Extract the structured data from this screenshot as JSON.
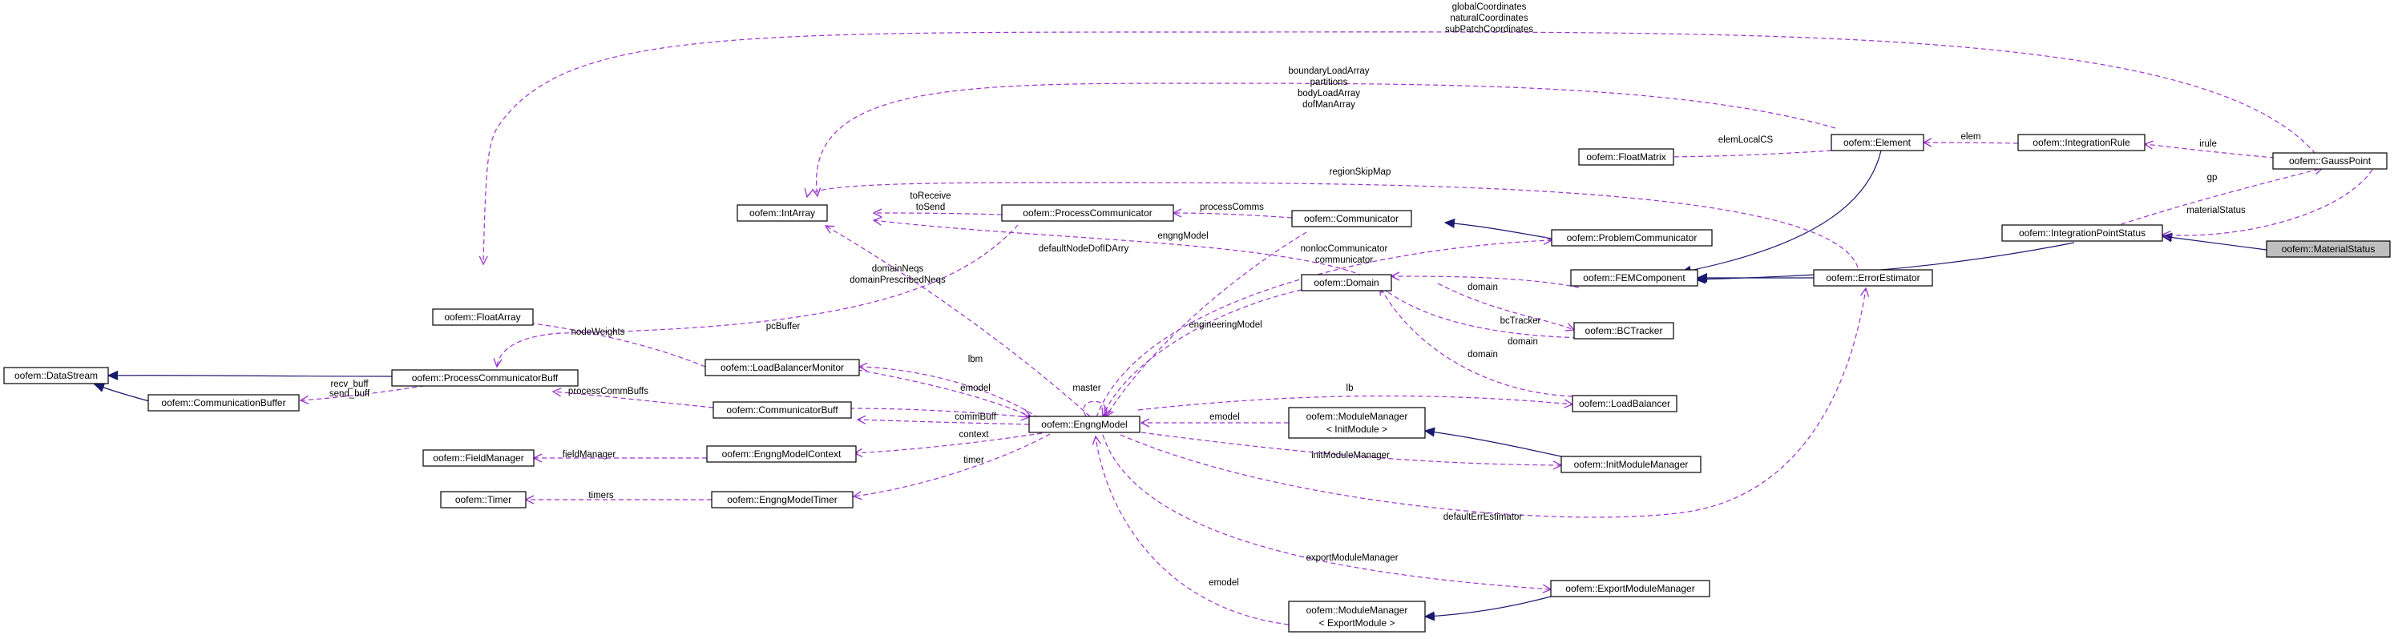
{
  "colors": {
    "usage": "#9a32cd",
    "inheritance": "#191970",
    "highlight": "#bfbfbf"
  },
  "nodes": {
    "material_status": "oofem::MaterialStatus",
    "integration_point_status": "oofem::IntegrationPointStatus",
    "gauss_point": "oofem::GaussPoint",
    "integration_rule": "oofem::IntegrationRule",
    "element": "oofem::Element",
    "float_matrix": "oofem::FloatMatrix",
    "int_array": "oofem::IntArray",
    "process_communicator": "oofem::ProcessCommunicator",
    "communicator": "oofem::Communicator",
    "problem_communicator": "oofem::ProblemCommunicator",
    "fem_component": "oofem::FEMComponent",
    "error_estimator": "oofem::ErrorEstimator",
    "float_array": "oofem::FloatArray",
    "domain": "oofem::Domain",
    "bc_tracker": "oofem::BCTracker",
    "data_stream": "oofem::DataStream",
    "process_communicator_buff": "oofem::ProcessCommunicatorBuff",
    "communication_buffer": "oofem::CommunicationBuffer",
    "load_balancer_monitor": "oofem::LoadBalancerMonitor",
    "communicator_buff": "oofem::CommunicatorBuff",
    "engng_model": "oofem::EngngModel",
    "load_balancer": "oofem::LoadBalancer",
    "field_manager": "oofem::FieldManager",
    "engng_model_context": "oofem::EngngModelContext",
    "module_manager_init_1": "oofem::ModuleManager",
    "module_manager_init_2": "< InitModule >",
    "init_module_manager": "oofem::InitModuleManager",
    "timer": "oofem::Timer",
    "engng_model_timer": "oofem::EngngModelTimer",
    "export_module_manager": "oofem::ExportModuleManager",
    "module_manager_export_1": "oofem::ModuleManager",
    "module_manager_export_2": "< ExportModule >"
  },
  "labels": {
    "global_coordinates": "globalCoordinates",
    "natural_coordinates": "naturalCoordinates",
    "sub_patch_coordinates": "subPatchCoordinates",
    "boundary_load_array": "boundaryLoadArray",
    "partitions": "partitions",
    "body_load_array": "bodyLoadArray",
    "dof_man_array": "dofManArray",
    "elem_local_cs": "elemLocalCS",
    "elem": "elem",
    "irule": "irule",
    "region_skip_map": "regionSkipMap",
    "gp": "gp",
    "material_status": "materialStatus",
    "to_receive": "toReceive",
    "to_send": "toSend",
    "process_comms": "processComms",
    "engng_model": "engngModel",
    "default_node_dof_id_arry": "defaultNodeDofIDArry",
    "domain_neqs": "domainNeqs",
    "domain_prescribed_neqs": "domainPrescribedNeqs",
    "nonloc_communicator": "nonlocCommunicator",
    "communicator": "communicator",
    "domain": "domain",
    "pc_buffer": "pcBuffer",
    "bc_tracker": "bcTracker",
    "node_weights": "nodeWeights",
    "engineering_model": "engineeringModel",
    "domain_2": "domain",
    "domain_3": "domain",
    "recv_buff": "recv_buff",
    "send_buff": "send_buff",
    "lbm": "lbm",
    "master": "master",
    "emodel": "emodel",
    "lb": "lb",
    "process_comm_buffs": "processCommBuffs",
    "comm_buff": "commBuff",
    "emodel_2": "emodel",
    "context": "context",
    "field_manager": "fieldManager",
    "timer": "timer",
    "init_module_manager": "initModuleManager",
    "timers": "timers",
    "default_err_estimator": "defaultErrEstimator",
    "export_module_manager": "exportModuleManager",
    "emodel_3": "emodel"
  }
}
